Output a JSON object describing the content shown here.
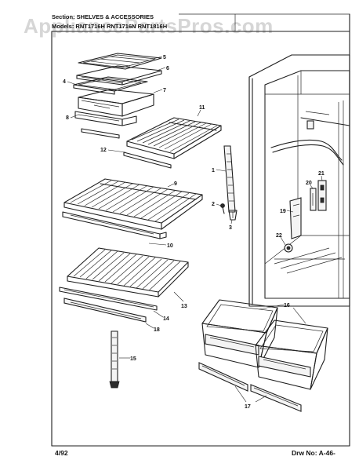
{
  "watermark": "AppliancePartsPros.com",
  "header": {
    "section_line": "Section: SHELVES & ACCESSORIES",
    "models_line": "Models: RNT1716H RNT1716N RNT1816H"
  },
  "footer": {
    "date": "4/92",
    "drawing_number": "Drw No: A-46-"
  },
  "callouts": [
    "1",
    "2",
    "3",
    "4",
    "5",
    "6",
    "7",
    "8",
    "9",
    "10",
    "11",
    "12",
    "13",
    "14",
    "15",
    "16",
    "17",
    "18",
    "19",
    "20",
    "21",
    "22"
  ]
}
